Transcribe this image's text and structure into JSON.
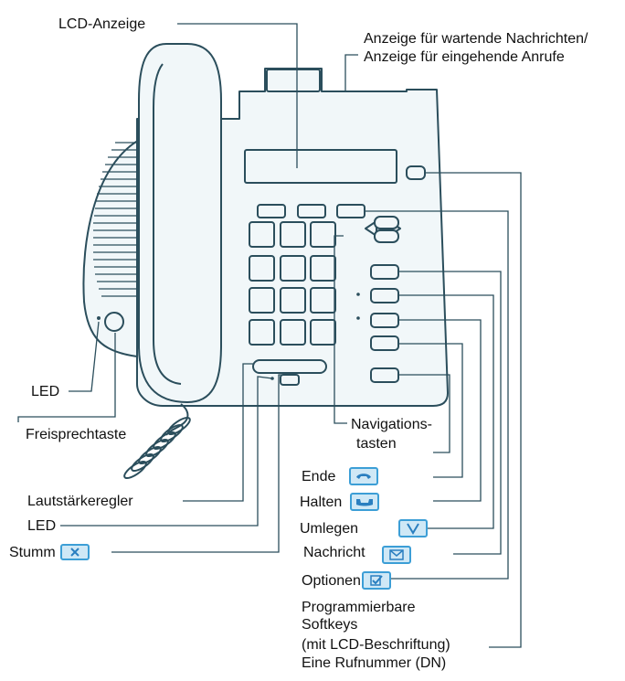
{
  "labels": {
    "lcd_display": "LCD-Anzeige",
    "message_indicator_1": "Anzeige für wartende Nachrichten/",
    "message_indicator_2": "Anzeige für eingehende Anrufe",
    "led_top": "LED",
    "handsfree_key": "Freisprechtaste",
    "navigation_keys_1": "Navigations-",
    "navigation_keys_2": "tasten",
    "end": "Ende",
    "hold": "Halten",
    "transfer": "Umlegen",
    "volume_control": "Lautstärkeregler",
    "led_bottom": "LED",
    "mute": "Stumm",
    "message": "Nachricht",
    "options": "Optionen",
    "programmable_1": "Programmierbare",
    "programmable_2": "Softkeys",
    "programmable_3": "(mit LCD-Beschriftung)",
    "directory_number": "Eine Rufnummer (DN)"
  },
  "icons": {
    "end": "handset-down-icon",
    "hold": "handset-hold-icon",
    "transfer": "transfer-v-icon",
    "mute": "mute-x-icon",
    "message": "envelope-icon",
    "options": "checkbox-icon"
  },
  "colors": {
    "phone_fill": "#f1f7f9",
    "phone_stroke": "#2b4e5c",
    "leader": "#2b4e5c",
    "key_icon_fill": "#cfe8f6",
    "key_icon_border": "#3c9ed6"
  }
}
